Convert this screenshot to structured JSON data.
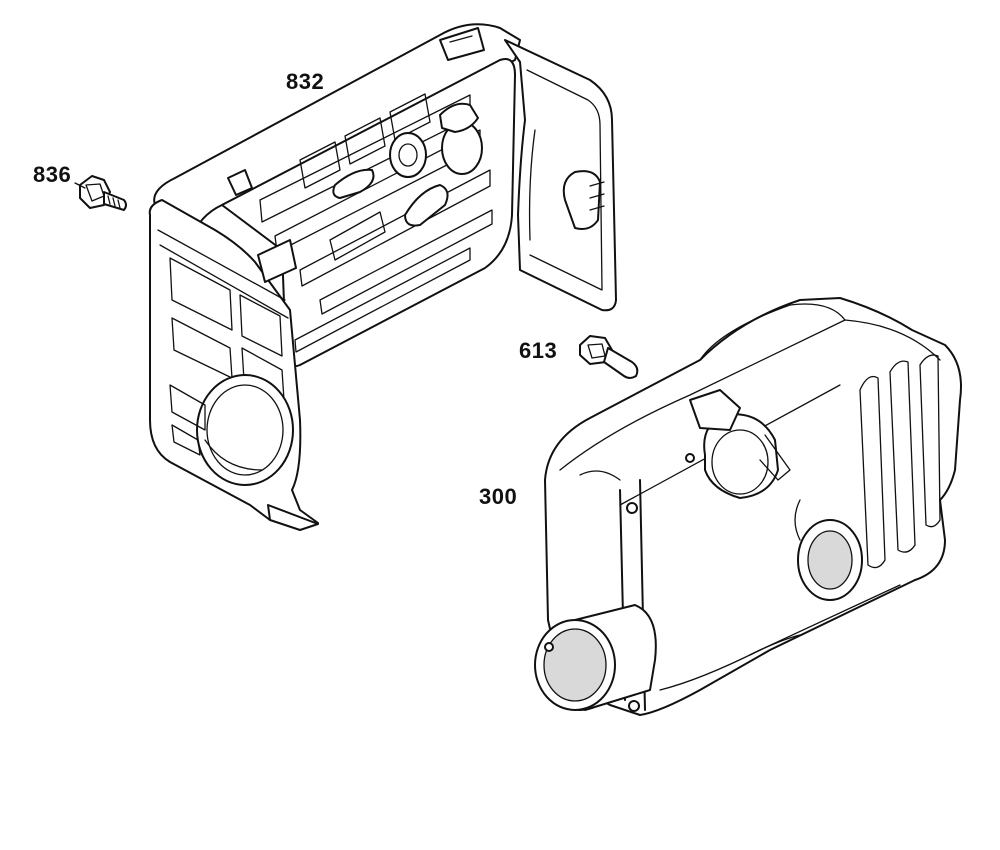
{
  "diagram": {
    "callouts": {
      "heat_shield": "832",
      "shield_screw": "836",
      "muffler_bolt": "613",
      "muffler": "300"
    }
  }
}
